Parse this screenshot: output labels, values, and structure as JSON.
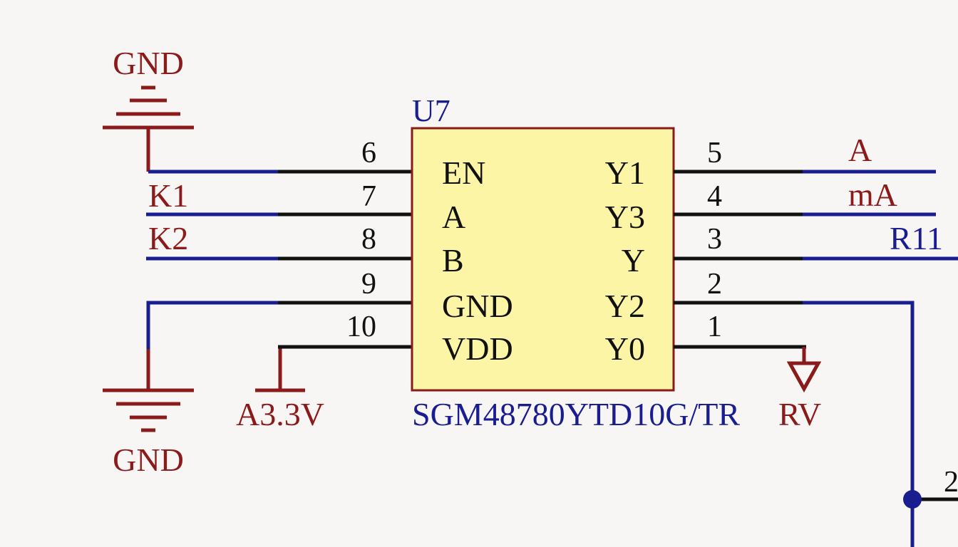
{
  "colors": {
    "background": "#f7f6f5",
    "wire": "#1a1d8f",
    "pin": "#111111",
    "power": "#8b1a1a",
    "body_fill": "#fbf5a5",
    "body_stroke": "#8b1a1a",
    "designator": "#1a1d8f",
    "netlabel": "#8b1a1a"
  },
  "component": {
    "designator": "U7",
    "part_number": "SGM48780YTD10G/TR",
    "left_pins": [
      {
        "number": "6",
        "name": "EN"
      },
      {
        "number": "7",
        "name": "A"
      },
      {
        "number": "8",
        "name": "B"
      },
      {
        "number": "9",
        "name": "GND"
      },
      {
        "number": "10",
        "name": "VDD"
      }
    ],
    "right_pins": [
      {
        "number": "5",
        "name": "Y1"
      },
      {
        "number": "4",
        "name": "Y3"
      },
      {
        "number": "3",
        "name": "Y"
      },
      {
        "number": "2",
        "name": "Y2"
      },
      {
        "number": "1",
        "name": "Y0"
      }
    ]
  },
  "net_labels": {
    "k1": "K1",
    "k2": "K2",
    "a": "A",
    "ma": "mA",
    "r11": "R11"
  },
  "power": {
    "gnd_top": "GND",
    "gnd_bottom": "GND",
    "a33v": "A3.3V",
    "right_supply": "RV"
  },
  "partial_labels": {
    "edge_pin": "2"
  }
}
